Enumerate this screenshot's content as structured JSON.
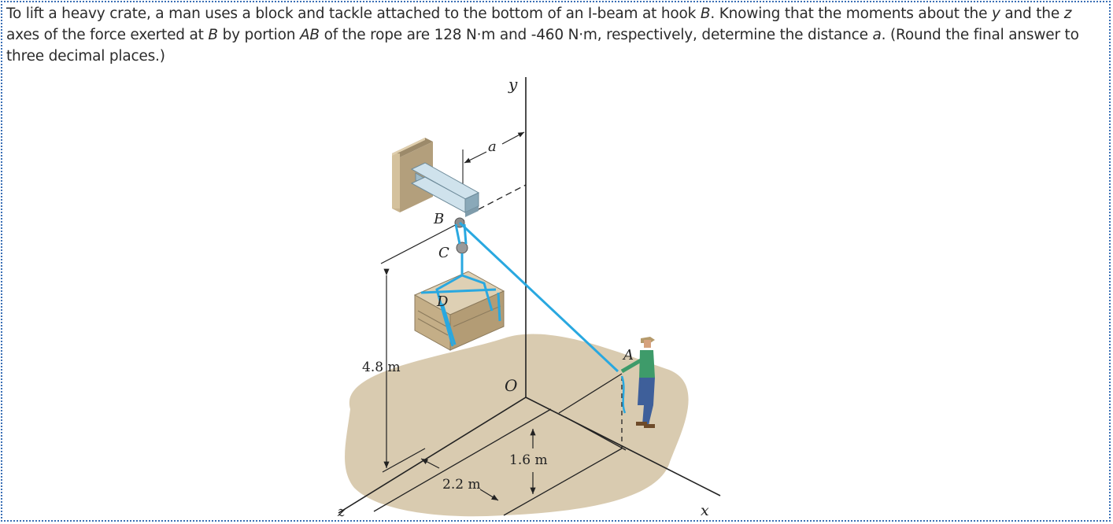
{
  "question": {
    "text_1": "To lift a heavy crate, a man uses a block and tackle attached to the bottom of an I-beam at hook ",
    "point_b": "B",
    "text_2": ". Knowing that the moments about the ",
    "axis_y": "y",
    "text_3": " and the ",
    "axis_z": "z",
    "text_4": " axes of the force exerted at ",
    "point_b2": "B",
    "text_5": " by portion ",
    "segment_ab": "AB",
    "text_6": " of the rope are 128 N·m and -460 N·m, respectively, determine the distance ",
    "var_a": "a",
    "text_7": ". (Round the final answer to three decimal places.)"
  },
  "figure": {
    "labels": {
      "y_axis": "y",
      "x_axis": "x",
      "z_axis": "z",
      "origin": "O",
      "point_a": "A",
      "point_b": "B",
      "point_c": "C",
      "point_d": "D",
      "dist_a": "a"
    },
    "dimensions": {
      "height": "4.8 m",
      "depth_z": "2.2 m",
      "depth_x": "1.6 m"
    },
    "colors": {
      "rope": "#29a8e0",
      "ground": "#d8c9ad",
      "beam": "#a9c8d8",
      "crate": "#c9b48f",
      "wall_plate": "#c2ae8a"
    }
  }
}
